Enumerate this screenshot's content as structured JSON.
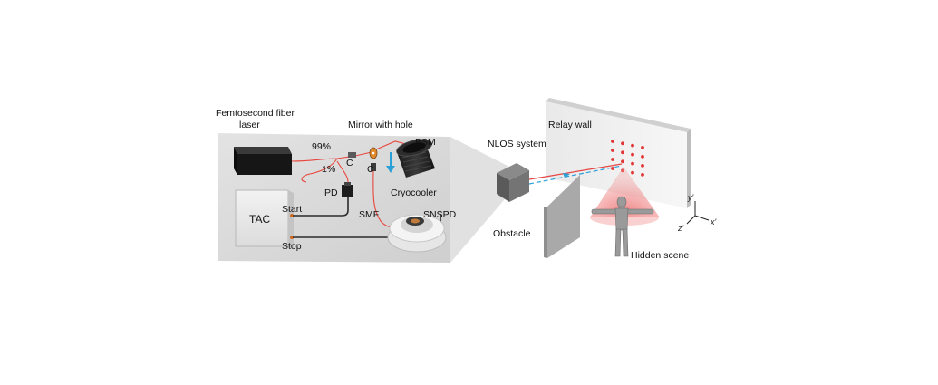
{
  "labels": {
    "laser_line1": "Femtosecond fiber",
    "laser_line2": "laser",
    "mirror_with_hole": "Mirror with hole",
    "bsm": "BSM",
    "split_99": "99%",
    "split_1": "1%",
    "coupler_c1": "C",
    "coupler_c2": "C",
    "cryocooler": "Cryocooler",
    "pd": "PD",
    "tac": "TAC",
    "start": "Start",
    "stop": "Stop",
    "smf": "SMF",
    "snspd": "SNSPD",
    "nlos_system": "NLOS system",
    "relay_wall": "Relay wall",
    "obstacle": "Obstacle",
    "hidden_scene": "Hidden scene",
    "axis_y": "y'",
    "axis_x": "x'",
    "axis_z": "z'"
  },
  "colors": {
    "board": "#d9d9d9",
    "laser_beam": "#e64545",
    "return_beam": "#2aa0d8",
    "fiber": "#e8463c",
    "cable": "#2b2b2b",
    "spot": "#e23535"
  }
}
